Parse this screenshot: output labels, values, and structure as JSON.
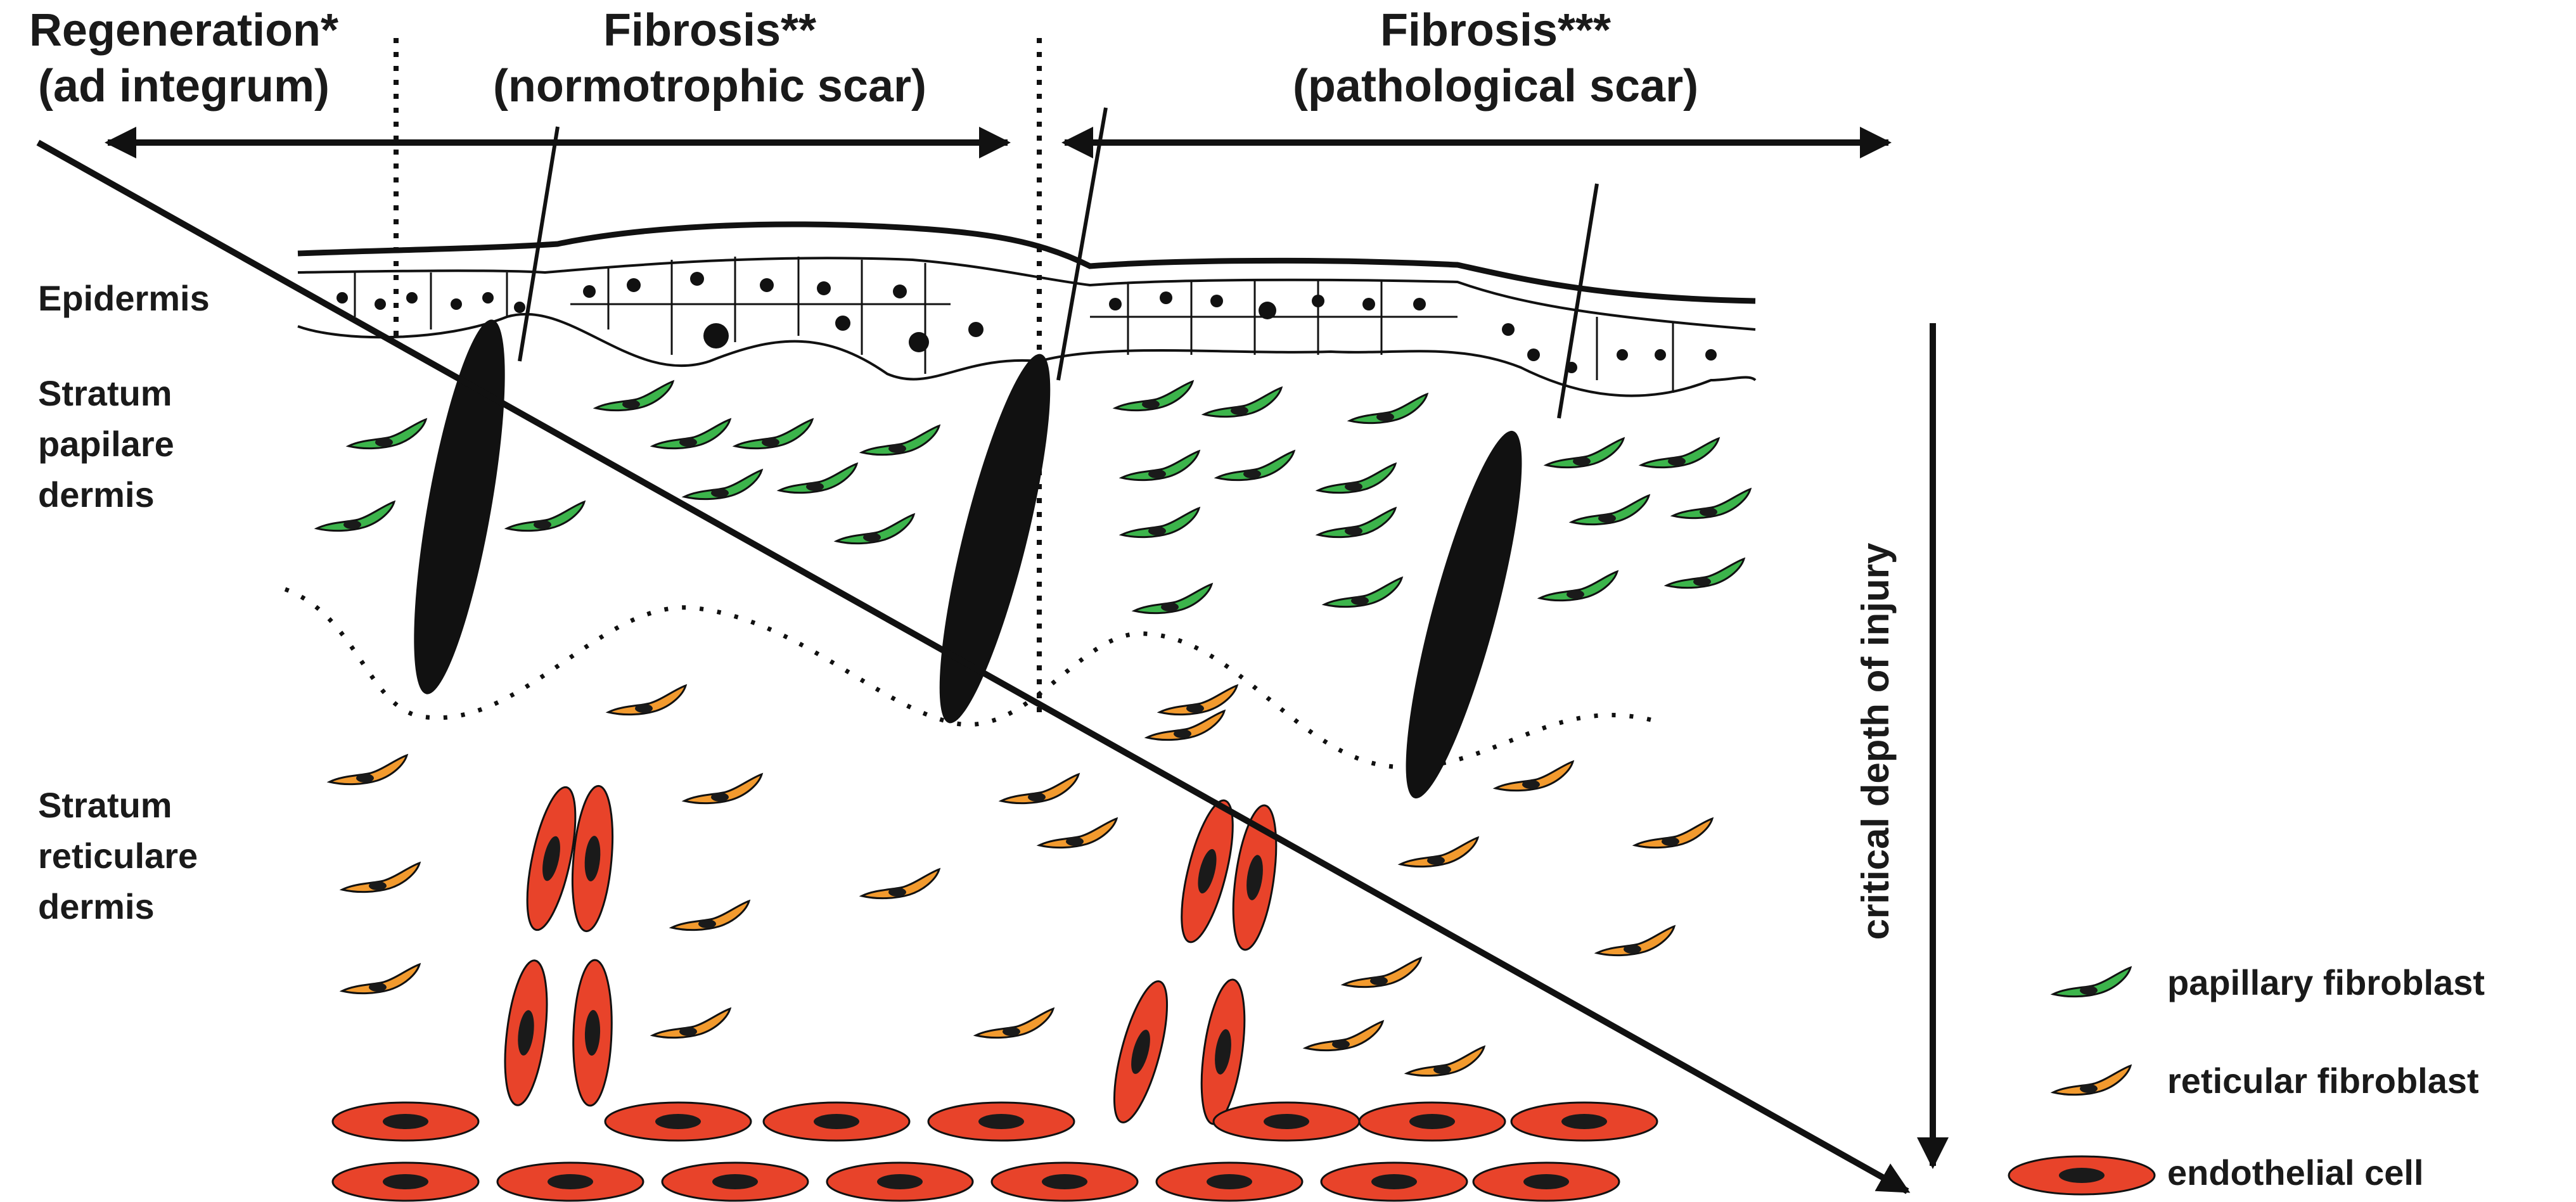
{
  "header": {
    "regeneration": {
      "line1": "Regeneration*",
      "line2": "(ad integrum)"
    },
    "fibrosis_normo": {
      "line1": "Fibrosis**",
      "line2": "(normotrophic scar)"
    },
    "fibrosis_patho": {
      "line1": "Fibrosis***",
      "line2": "(pathological scar)"
    }
  },
  "layers": {
    "epidermis": "Epidermis",
    "papillary": {
      "line1": "Stratum",
      "line2": "papilare",
      "line3": "dermis"
    },
    "reticular": {
      "line1": "Stratum",
      "line2": "reticulare",
      "line3": "dermis"
    }
  },
  "depth_label": "critical depth of injury",
  "legend": {
    "papillary": "papillary fibroblast",
    "reticular": "reticular fibroblast",
    "endothelial": "endothelial cell"
  },
  "colors": {
    "papillary_fibroblast": "#3cb44b",
    "reticular_fibroblast": "#f29a2e",
    "endothelial_cell": "#e8432a",
    "nucleus": "#1a1a1a",
    "line": "#111111"
  }
}
